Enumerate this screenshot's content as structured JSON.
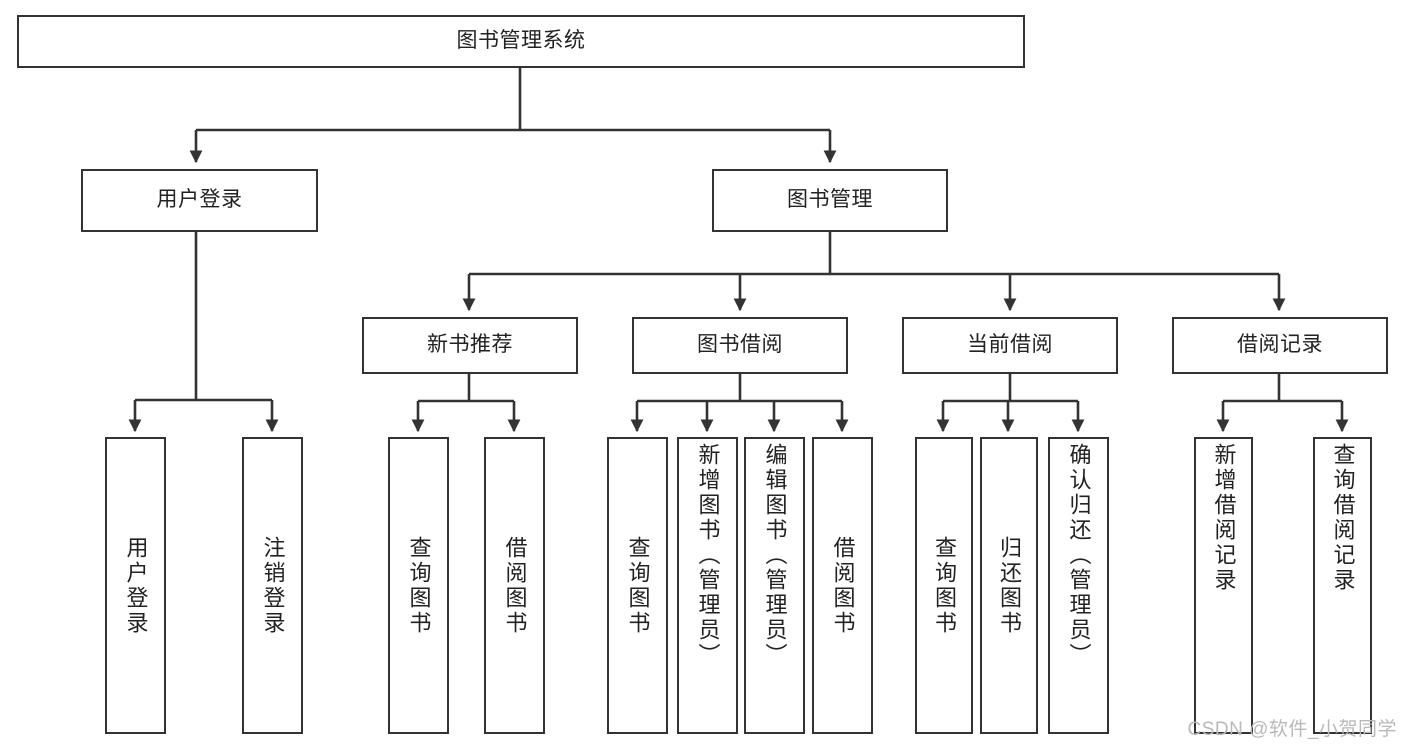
{
  "diagram": {
    "type": "hierarchy-tree",
    "title": "图书管理系统",
    "watermark": "CSDN @软件_小贺同学",
    "colors": {
      "box_border": "#333333",
      "box_fill": "#ffffff",
      "connector": "#333333",
      "text": "#222222",
      "watermark": "#b9b9b9",
      "background": "#ffffff"
    },
    "levels": [
      {
        "level": 1,
        "nodes": [
          {
            "id": "root",
            "label": "图书管理系统",
            "orientation": "horizontal"
          }
        ]
      },
      {
        "level": 2,
        "nodes": [
          {
            "id": "user-login",
            "label": "用户登录",
            "orientation": "horizontal",
            "parent": "root"
          },
          {
            "id": "book-manage",
            "label": "图书管理",
            "orientation": "horizontal",
            "parent": "root"
          }
        ]
      },
      {
        "level": 3,
        "nodes": [
          {
            "id": "new-book-rec",
            "label": "新书推荐",
            "orientation": "horizontal",
            "parent": "book-manage"
          },
          {
            "id": "book-borrow",
            "label": "图书借阅",
            "orientation": "horizontal",
            "parent": "book-manage"
          },
          {
            "id": "current-borrow",
            "label": "当前借阅",
            "orientation": "horizontal",
            "parent": "book-manage"
          },
          {
            "id": "borrow-record",
            "label": "借阅记录",
            "orientation": "horizontal",
            "parent": "book-manage"
          }
        ]
      },
      {
        "level": 4,
        "nodes": [
          {
            "id": "leaf-user-login",
            "label": "用户登录",
            "orientation": "vertical",
            "parent": "user-login"
          },
          {
            "id": "leaf-logout",
            "label": "注销登录",
            "orientation": "vertical",
            "parent": "user-login"
          },
          {
            "id": "leaf-query-book-1",
            "label": "查询图书",
            "orientation": "vertical",
            "parent": "new-book-rec"
          },
          {
            "id": "leaf-borrow-book-1",
            "label": "借阅图书",
            "orientation": "vertical",
            "parent": "new-book-rec"
          },
          {
            "id": "leaf-query-book-2",
            "label": "查询图书",
            "orientation": "vertical",
            "parent": "book-borrow"
          },
          {
            "id": "leaf-add-book",
            "label": "新增图书（管理员）",
            "orientation": "vertical",
            "parent": "book-borrow"
          },
          {
            "id": "leaf-edit-book",
            "label": "编辑图书（管理员）",
            "orientation": "vertical",
            "parent": "book-borrow"
          },
          {
            "id": "leaf-borrow-book-2",
            "label": "借阅图书",
            "orientation": "vertical",
            "parent": "book-borrow"
          },
          {
            "id": "leaf-query-book-3",
            "label": "查询图书",
            "orientation": "vertical",
            "parent": "current-borrow"
          },
          {
            "id": "leaf-return-book",
            "label": "归还图书",
            "orientation": "vertical",
            "parent": "current-borrow"
          },
          {
            "id": "leaf-confirm-return",
            "label": "确认归还（管理员）",
            "orientation": "vertical",
            "parent": "current-borrow"
          },
          {
            "id": "leaf-add-record",
            "label": "新增借阅记录",
            "orientation": "vertical",
            "parent": "borrow-record"
          },
          {
            "id": "leaf-query-record",
            "label": "查询借阅记录",
            "orientation": "vertical",
            "parent": "borrow-record"
          }
        ]
      }
    ]
  }
}
